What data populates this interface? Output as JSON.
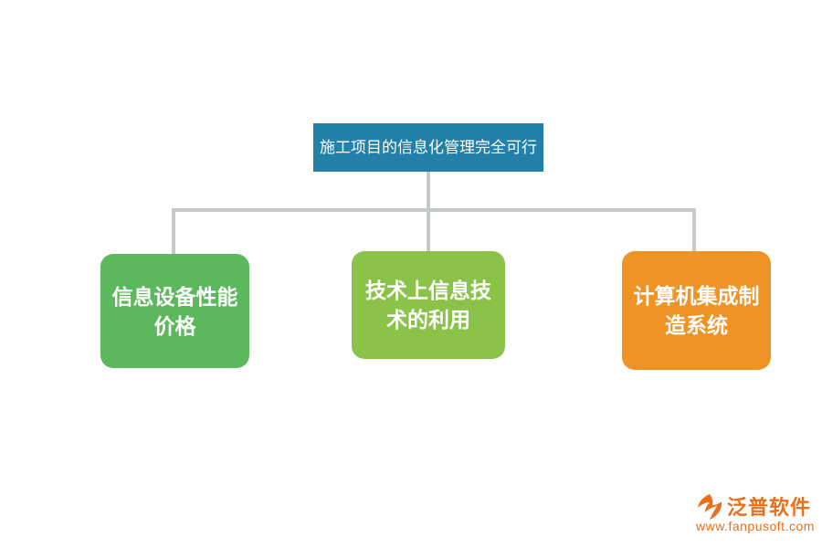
{
  "diagram": {
    "type": "org-tree",
    "root": {
      "label": "施工项目的信息化管理完全可行",
      "color": "#2380a8",
      "text_color": "#ffffff"
    },
    "children": [
      {
        "label": "信息设备性能价格",
        "color": "#5cb85c",
        "text_color": "#ffffff"
      },
      {
        "label": "技术上信息技术的利用",
        "color": "#8bc34a",
        "text_color": "#ffffff"
      },
      {
        "label": "计算机集成制造系统",
        "color": "#ef9325",
        "text_color": "#ffffff"
      }
    ],
    "connector_color": "#c6c9ca",
    "background": "#ffffff"
  },
  "watermark": {
    "brand": "泛普软件",
    "url": "www.fanpusoft.com",
    "color": "#e8701a"
  }
}
